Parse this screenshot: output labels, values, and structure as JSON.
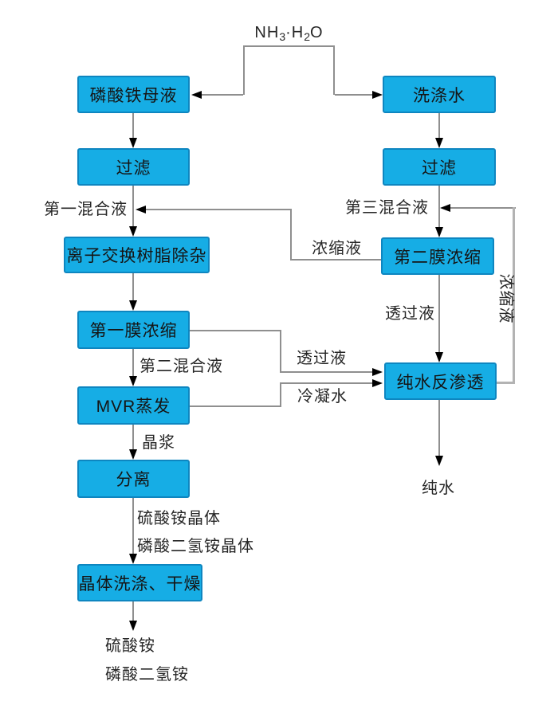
{
  "diagram": {
    "reagent": {
      "p1": "NH",
      "sub1": "3",
      "p2": "·H",
      "sub2": "2",
      "p3": "O"
    },
    "nodes": {
      "fe_mother_liquor": "磷酸铁母液",
      "filter_left": "过滤",
      "ion_exchange": "离子交换树脂除杂",
      "membrane1": "第一膜浓缩",
      "mvr": "MVR蒸发",
      "separation": "分离",
      "crystal_wash_dry": "晶体洗涤、干燥",
      "wash_water": "洗涤水",
      "filter_right": "过滤",
      "membrane2": "第二膜浓缩",
      "pure_water_ro": "纯水反渗透"
    },
    "flow_labels": {
      "mix1": "第一混合液",
      "mix2": "第二混合液",
      "mix3": "第三混合液",
      "concentrate_to_mix1": "浓缩液",
      "concentrate_loop": "浓缩液",
      "permeate_membrane2": "透过液",
      "permeate_membrane1": "透过液",
      "condensate": "冷凝水",
      "crystal_slurry": "晶浆",
      "ammonium_sulfate_crystal": "硫酸铵晶体",
      "monoammonium_phosphate_crystal": "磷酸二氢铵晶体",
      "ammonium_sulfate": "硫酸铵",
      "monoammonium_phosphate": "磷酸二氢铵",
      "pure_water": "纯水"
    },
    "colors": {
      "box_fill": "#16ADE5",
      "box_border": "#0E86C0",
      "connector": "#8F8F8F",
      "loop_connector": "#B3B3B3",
      "arrowhead": "#000000",
      "text": "#262626"
    }
  }
}
